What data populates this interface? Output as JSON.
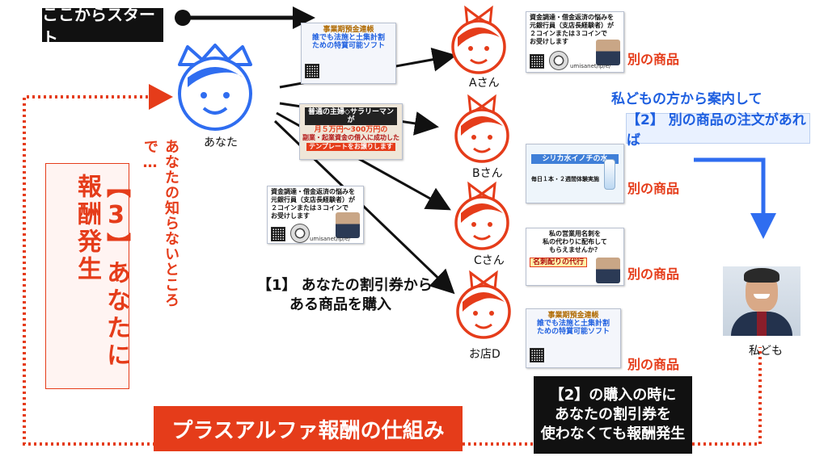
{
  "start_label": "ここからスタート",
  "you_label": "あなた",
  "customers": [
    {
      "label": "Aさん"
    },
    {
      "label": "Bさん"
    },
    {
      "label": "Cさん"
    },
    {
      "label": "お店D"
    }
  ],
  "other_product": "別の商品",
  "us_label": "私ども",
  "guide_text": "私どもの方から案内して",
  "order_text": "【2】 別の商品の注文があれば",
  "step1_line1": "【1】 あなたの割引券から",
  "step1_line2": "ある商品を購入",
  "unknown_text": "あなたの知らないところで…",
  "step3_num": "【3】",
  "step3_text": "あなたに報酬発生",
  "plus_alpha": "プラスアルファ報酬の仕組み",
  "step2_line1": "【2】の購入の時に",
  "step2_line2": "あなたの割引券を",
  "step2_line3": "使わなくても報酬発生",
  "coupon_funding": {
    "head": "事業期預金連帳",
    "sub1": "誰でも法施と土集計割",
    "sub2": "ための特賞可能ソフト"
  },
  "coupon_finance": {
    "line1": "資金調達・借金返済の悩みを",
    "line2": "元銀行員（支店長経験者）が",
    "line3": "２コインまたは３コインで",
    "line4": "お受けします",
    "url": "umisanet/lp/e/"
  },
  "coupon_template": {
    "line1": "普通の主婦◇サラリーマンが",
    "line2": "月５万円～300万円の",
    "line3": "副業・起業資金の借入に成功した",
    "line4": "テンプレートをお譲りします"
  },
  "coupon_water": {
    "line1": "シリカ水イノチの水",
    "line2": "毎日１本・２週間体験実施"
  },
  "coupon_card": {
    "line1": "私の営業用名刺を",
    "line2": "私の代わりに配布して",
    "line3": "もらえませんか？",
    "line4": "名刺配りの代行"
  },
  "colors": {
    "red": "#e53c1a",
    "blue": "#1e5fe0",
    "accent_blue": "#2f6df0",
    "black": "#111111"
  }
}
